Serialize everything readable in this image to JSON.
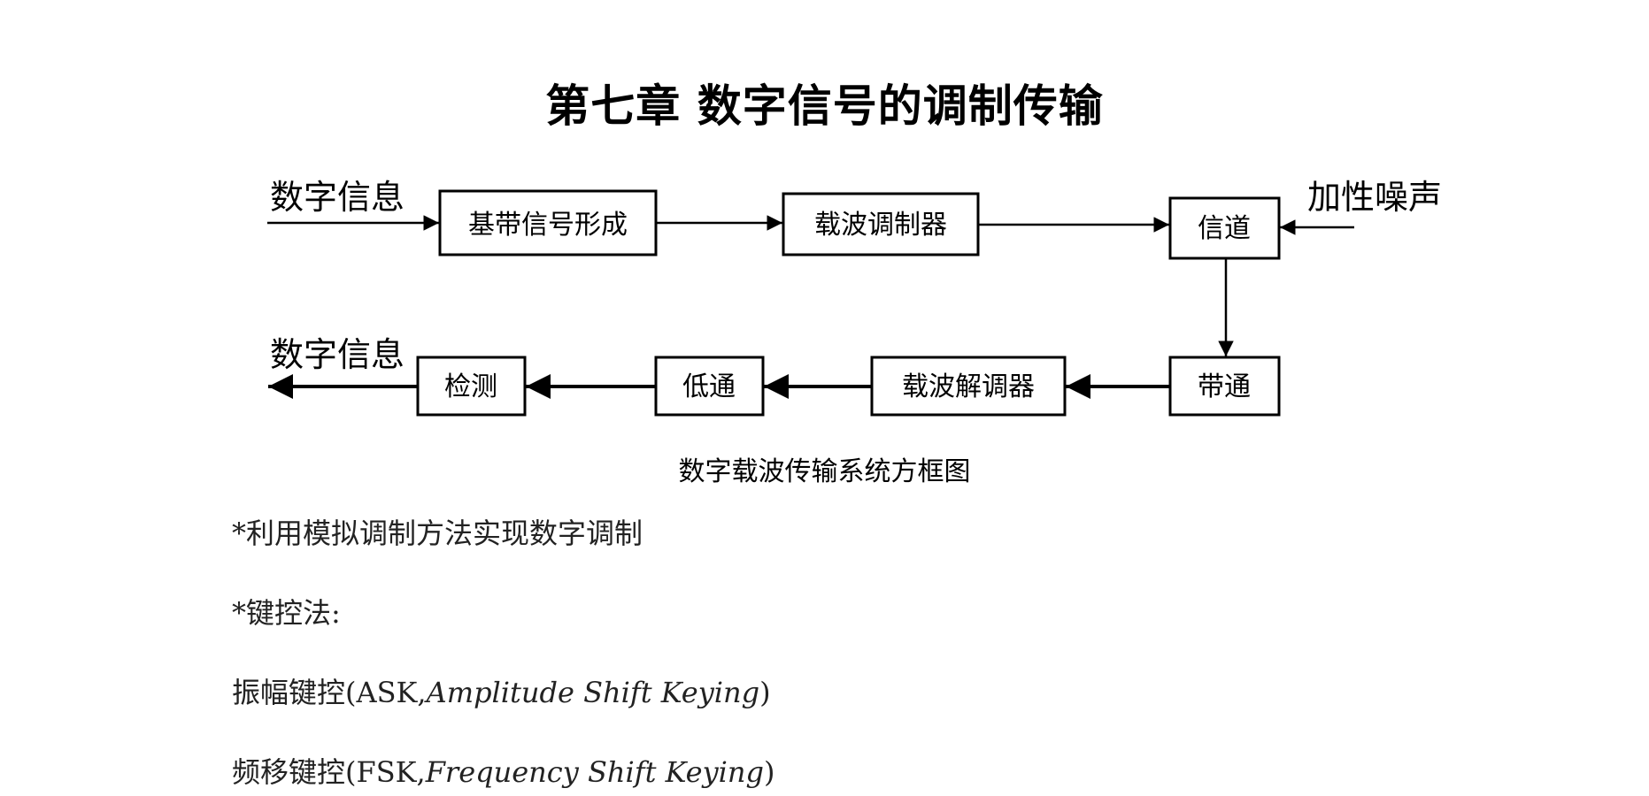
{
  "title": "第七章  数字信号的调制传输",
  "diagram": {
    "input_label": "数字信息",
    "output_label": "数字信息",
    "noise_label": "加性噪声",
    "blocks": {
      "baseband": "基带信号形成",
      "modulator": "载波调制器",
      "channel": "信道",
      "bandpass": "带通",
      "demodulator": "载波解调器",
      "lowpass": "低通",
      "detection": "检测"
    },
    "caption": "数字载波传输系统方框图"
  },
  "notes": [
    "*利用模拟调制方法实现数字调制",
    "*键控法:"
  ],
  "ask": {
    "prefix": "振幅键控(ASK,",
    "name": "Amplitude Shift Keying",
    "suffix": ")"
  },
  "fsk": {
    "prefix": "频移键控(FSK,",
    "name": "Frequency Shift Keying",
    "suffix": ")"
  }
}
